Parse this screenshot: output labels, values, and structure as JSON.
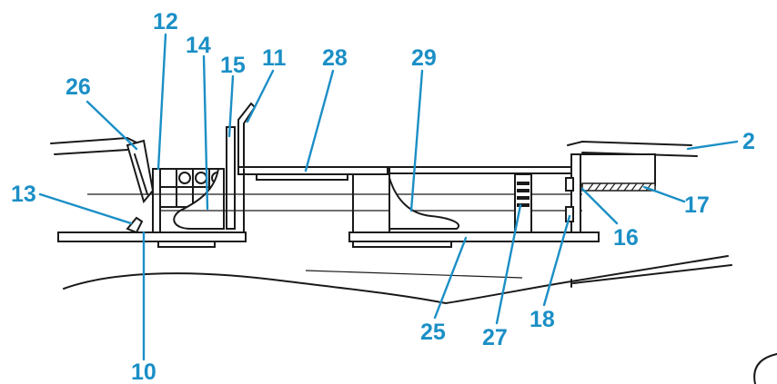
{
  "labels": {
    "l2": "2",
    "l10": "10",
    "l11": "11",
    "l12": "12",
    "l13": "13",
    "l14": "14",
    "l15": "15",
    "l16": "16",
    "l17": "17",
    "l18": "18",
    "l25": "25",
    "l26": "26",
    "l27": "27",
    "l28": "28",
    "l29": "29"
  },
  "colors": {
    "label": "#1b8fc6",
    "line": "#1a1a1a",
    "background": "#ffffff"
  }
}
